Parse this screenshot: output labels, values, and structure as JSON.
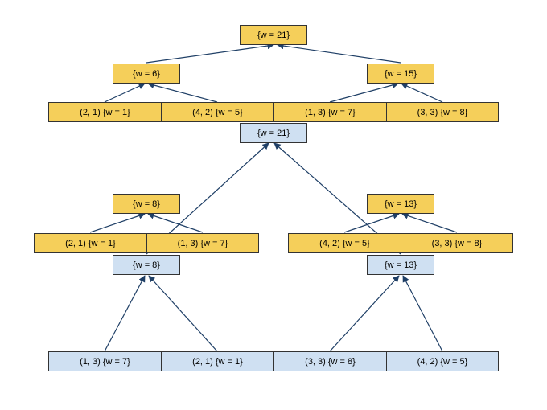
{
  "colors": {
    "yellow_fill": "#f5cf5a",
    "blue_fill": "#cfe0f2",
    "border": "#333333",
    "edge": "#1f3f66"
  },
  "top_tree": {
    "root": "{w = 21}",
    "internal": [
      "{w = 6}",
      "{w = 15}"
    ],
    "leaves": [
      "(2, 1) {w = 1}",
      "(4, 2) {w = 5}",
      "(1, 3) {w = 7}",
      "(3, 3) {w = 8}"
    ]
  },
  "merged_root": "{w = 21}",
  "left_tree": {
    "root": "{w = 8}",
    "leaves": [
      "(2, 1) {w = 1}",
      "(1, 3) {w = 7}"
    ],
    "merged": "{w = 8}"
  },
  "right_tree": {
    "root": "{w = 13}",
    "leaves": [
      "(4, 2) {w = 5}",
      "(3, 3) {w = 8}"
    ],
    "merged": "{w = 13}"
  },
  "bottom_row": [
    "(1, 3) {w = 7}",
    "(2, 1) {w = 1}",
    "(3, 3) {w = 8}",
    "(4, 2) {w = 5}"
  ]
}
